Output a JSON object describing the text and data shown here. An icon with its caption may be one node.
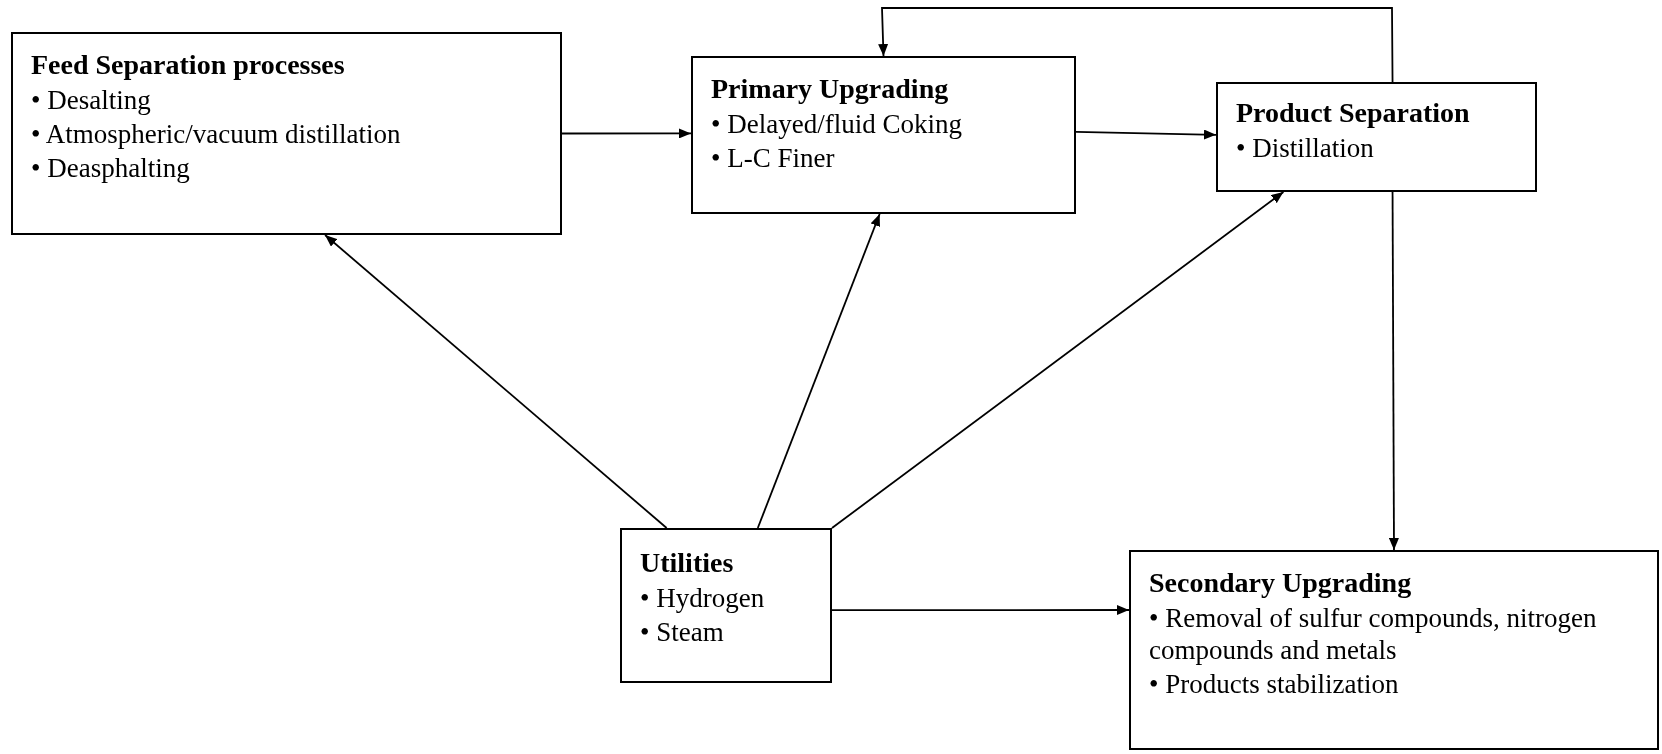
{
  "diagram": {
    "nodes": [
      {
        "text": [
          "Feed Separation processes",
          "• Desalting",
          "• Atmospheric/vacuum distillation",
          "• Deasphalting"
        ]
      },
      {
        "text": [
          "Primary Upgrading",
          "• Delayed/fluid Coking",
          "• L-C Finer"
        ]
      },
      {
        "text": [
          "Product Separation",
          "• Distillation"
        ]
      },
      {
        "text": [
          "Utilities",
          "• Hydrogen",
          "• Steam"
        ]
      },
      {
        "text": [
          "Secondary Upgrading",
          "• Removal of sulfur compounds, nitrogen compounds and metals",
          "• Products stabilization"
        ]
      }
    ],
    "edges": [
      {
        "from": 0,
        "to": 1,
        "arrow": "to"
      },
      {
        "from": 1,
        "to": 2,
        "arrow": "to"
      },
      {
        "from": 2,
        "to": 1,
        "arrow": "to"
      },
      {
        "from": 2,
        "to": 4,
        "arrow": "to"
      },
      {
        "from": 3,
        "to": 0,
        "arrow": "to"
      },
      {
        "from": 3,
        "to": 1,
        "arrow": "to"
      },
      {
        "from": 3,
        "to": 2,
        "arrow": "to"
      },
      {
        "from": 3,
        "to": 4,
        "arrow": "to"
      }
    ]
  }
}
